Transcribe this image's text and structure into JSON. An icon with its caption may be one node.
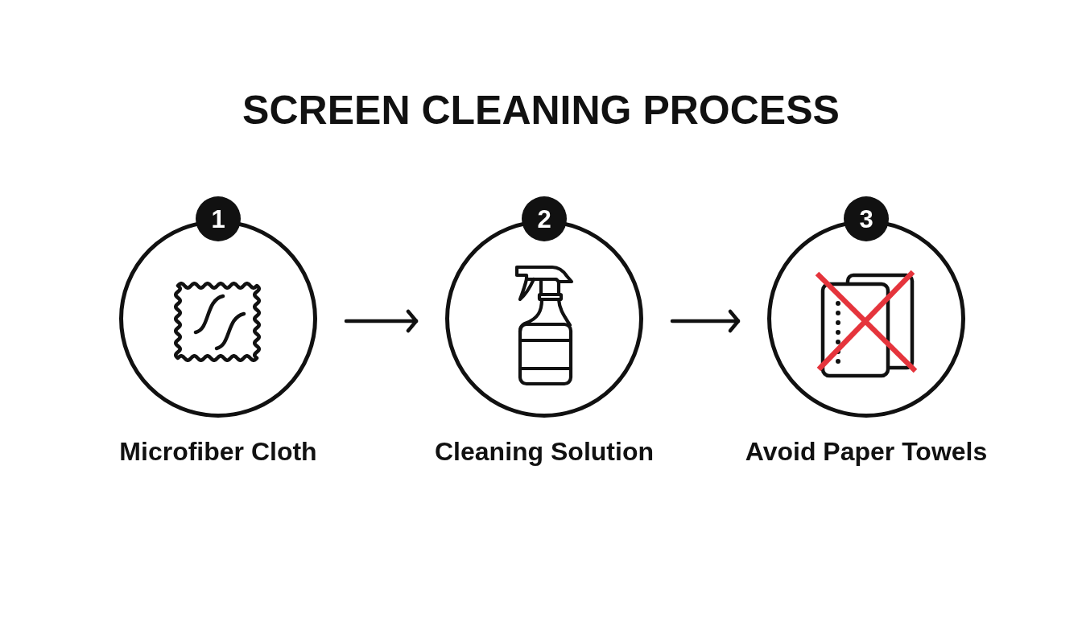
{
  "diagram": {
    "title": "SCREEN CLEANING PROCESS",
    "nodes": [
      {
        "text": [
          "1"
        ],
        "beside": [
          "Microfiber Cloth"
        ]
      },
      {
        "text": [
          "2"
        ],
        "beside": [
          "Cleaning Solution"
        ]
      },
      {
        "text": [
          "3"
        ],
        "beside": [
          "Avoid Paper Towels"
        ]
      }
    ],
    "edges": [
      {
        "from": 0,
        "to": 1,
        "arrow": "to"
      },
      {
        "from": 1,
        "to": 2,
        "arrow": "to"
      }
    ]
  }
}
